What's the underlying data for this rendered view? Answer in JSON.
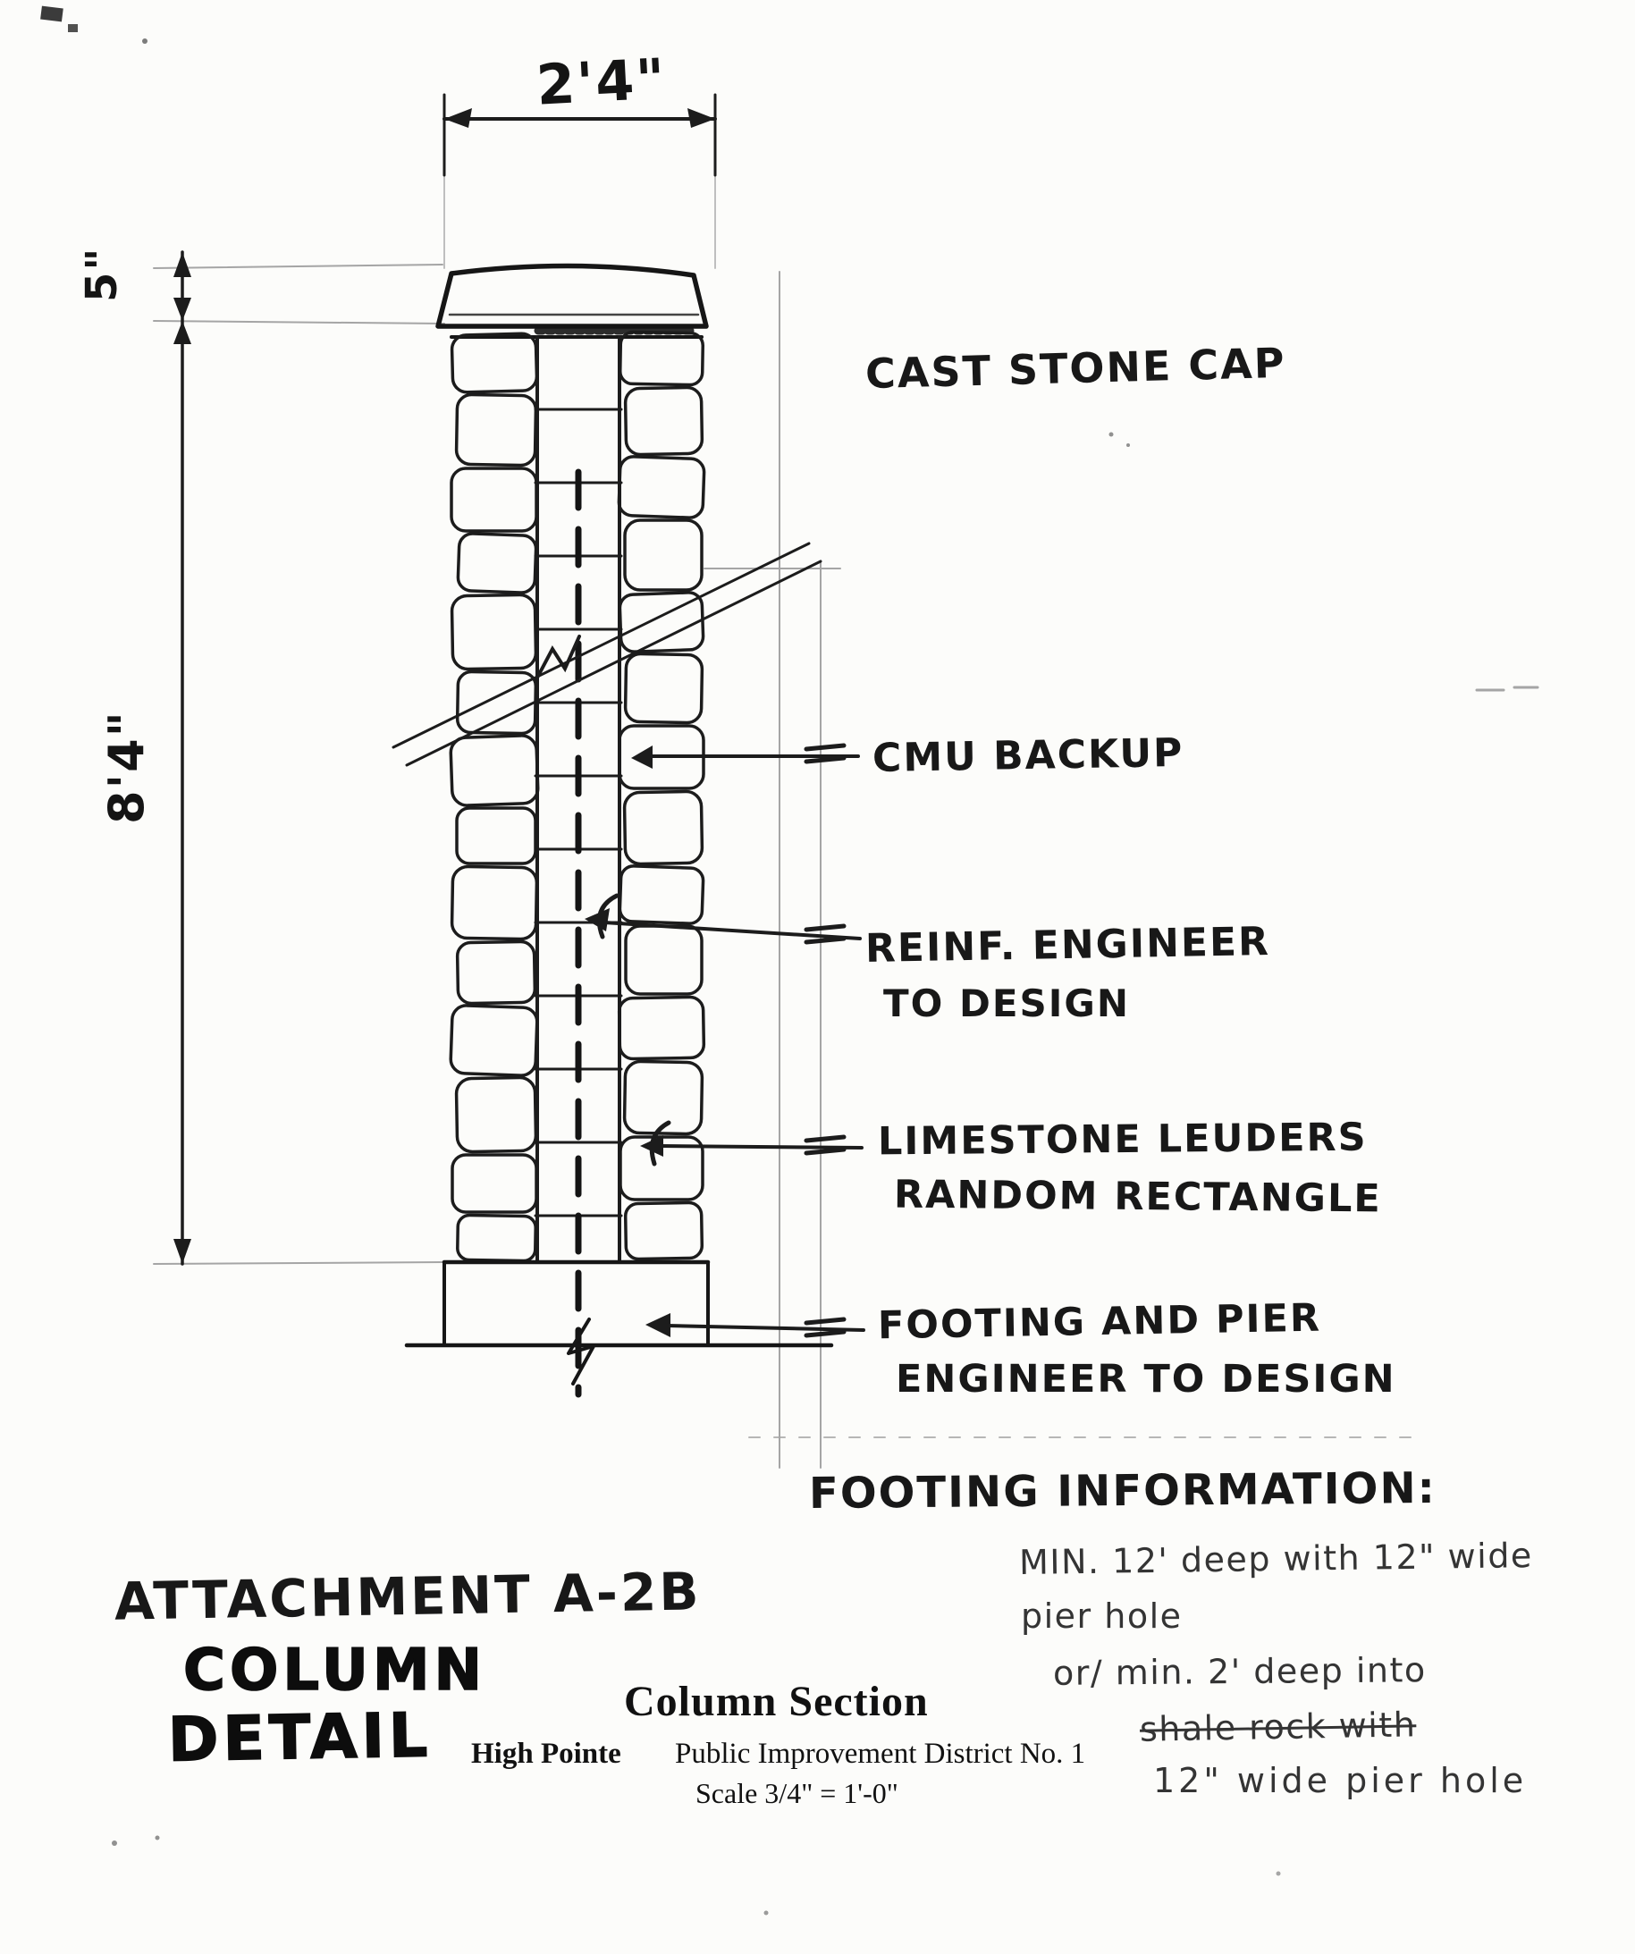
{
  "page": {
    "bg": "#fcfcfa",
    "ink": "#1c1c1c",
    "pencil": "#343434",
    "construction": "#a5a5a5"
  },
  "dims": {
    "width": "2'4\"",
    "cap_height": "5\"",
    "column_height": "8'4\""
  },
  "callouts": {
    "cap": "CAST STONE CAP",
    "cmu": "CMU BACKUP",
    "reinf_1": "REINF. ENGINEER",
    "reinf_2": "TO DESIGN",
    "limestone_1": "LIMESTONE LEUDERS",
    "limestone_2": "RANDOM RECTANGLE",
    "footing_1": "FOOTING AND PIER",
    "footing_2": "ENGINEER TO DESIGN"
  },
  "footing_info": {
    "title": "FOOTING INFORMATION:",
    "line1": "MIN. 12' deep with 12\" wide",
    "line2": "pier hole",
    "line3": "or/ min. 2' deep into",
    "line4": "shale rock with",
    "line5": "12\" wide pier hole"
  },
  "titleblock": {
    "attachment": "ATTACHMENT A-2B",
    "detail_1": "COLUMN",
    "detail_2": "DETAIL",
    "title": "Column Section",
    "project_name": "High  Pointe",
    "project_rest": "Public Improvement District No. 1",
    "scale": "Scale 3/4\" = 1'-0\""
  }
}
